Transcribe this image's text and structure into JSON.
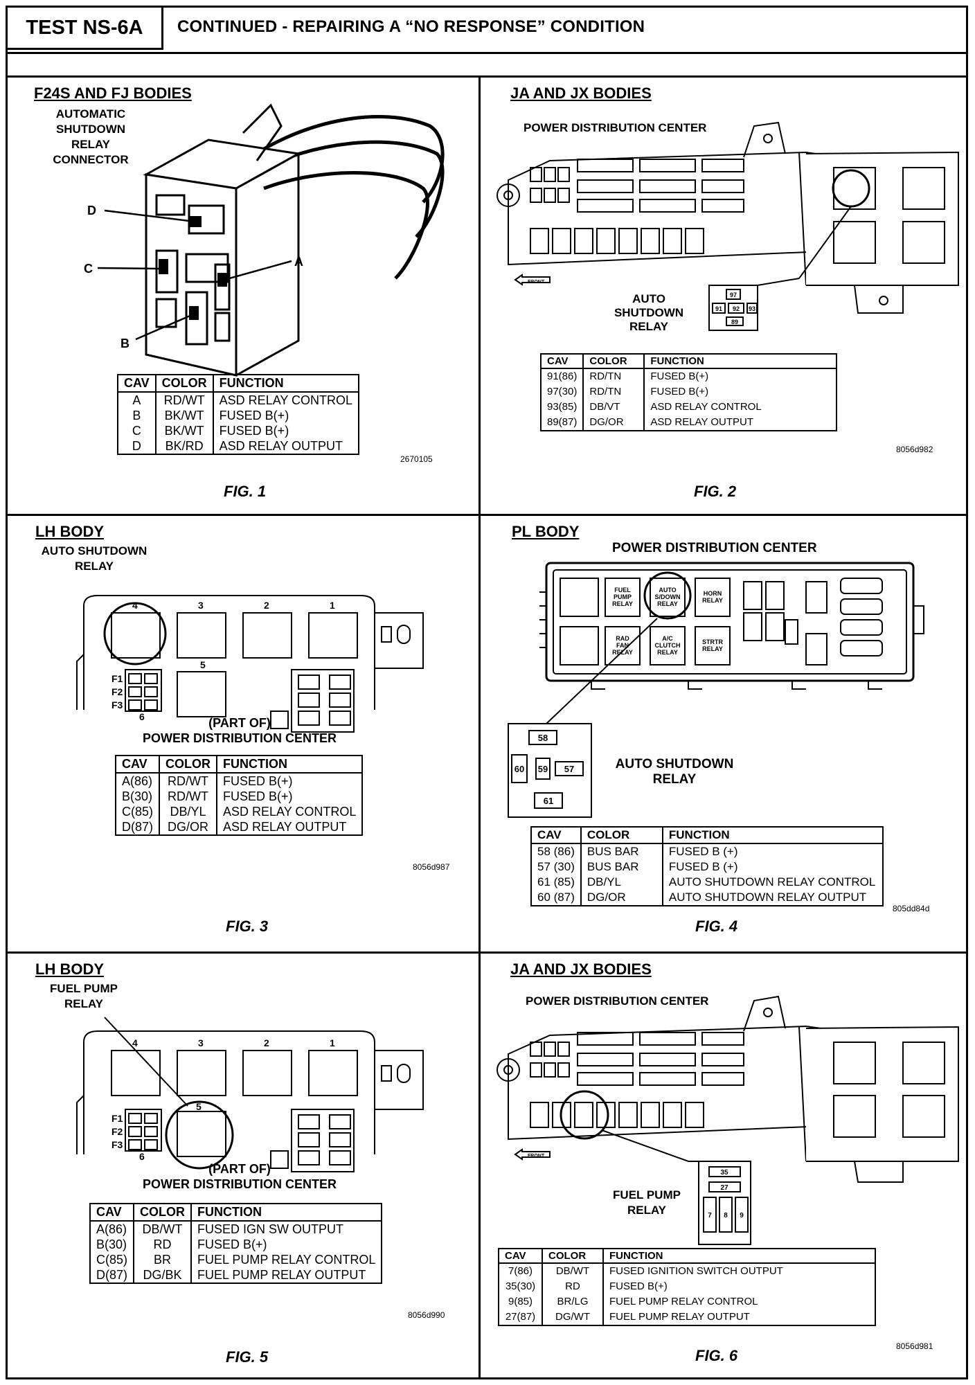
{
  "header": {
    "test_id": "TEST NS-6A",
    "title": "CONTINUED - REPAIRING A “NO RESPONSE” CONDITION"
  },
  "fig1": {
    "title": "F24S AND FJ BODIES",
    "subtitle": "AUTOMATIC\nSHUTDOWN RELAY\nCONNECTOR",
    "callouts": [
      "D",
      "C",
      "A",
      "B"
    ],
    "table": {
      "headers": [
        "CAV",
        "COLOR",
        "FUNCTION"
      ],
      "rows": [
        [
          "A",
          "RD/WT",
          "ASD RELAY CONTROL"
        ],
        [
          "B",
          "BK/WT",
          "FUSED B(+)"
        ],
        [
          "C",
          "BK/WT",
          "FUSED B(+)"
        ],
        [
          "D",
          "BK/RD",
          "ASD RELAY OUTPUT"
        ]
      ]
    },
    "code": "2670105",
    "caption": "FIG. 1"
  },
  "fig2": {
    "title": "JA AND JX BODIES",
    "subtitle": "POWER DISTRIBUTION CENTER",
    "relay_label": "AUTO\nSHUTDOWN\nRELAY",
    "pins": [
      "97",
      "91",
      "92",
      "93",
      "89"
    ],
    "front_label": "FRONT",
    "table": {
      "headers": [
        "CAV",
        "COLOR",
        "FUNCTION"
      ],
      "rows": [
        [
          "91(86)",
          "RD/TN",
          "FUSED B(+)"
        ],
        [
          "97(30)",
          "RD/TN",
          "FUSED B(+)"
        ],
        [
          "93(85)",
          "DB/VT",
          "ASD RELAY CONTROL"
        ],
        [
          "89(87)",
          "DG/OR",
          "ASD RELAY OUTPUT"
        ]
      ]
    },
    "code": "8056d982",
    "caption": "FIG. 2"
  },
  "fig3": {
    "title": "LH BODY",
    "subtitle": "AUTO SHUTDOWN\nRELAY",
    "relay_numbers": [
      "4",
      "3",
      "2",
      "1",
      "5",
      "6"
    ],
    "fuse_labels": [
      "F1",
      "F2",
      "F3"
    ],
    "part_of": "(PART OF)\nPOWER DISTRIBUTION CENTER",
    "table": {
      "headers": [
        "CAV",
        "COLOR",
        "FUNCTION"
      ],
      "rows": [
        [
          "A(86)",
          "RD/WT",
          "FUSED B(+)"
        ],
        [
          "B(30)",
          "RD/WT",
          "FUSED B(+)"
        ],
        [
          "C(85)",
          "DB/YL",
          "ASD RELAY CONTROL"
        ],
        [
          "D(87)",
          "DG/OR",
          "ASD RELAY OUTPUT"
        ]
      ]
    },
    "code": "8056d987",
    "caption": "FIG. 3"
  },
  "fig4": {
    "title": "PL BODY",
    "subtitle": "POWER DISTRIBUTION CENTER",
    "relay_label": "AUTO SHUTDOWN\nRELAY",
    "pdc_labels": [
      "FUEL\nPUMP\nRELAY",
      "AUTO\nS/DOWN\nRELAY",
      "HORN\nRELAY",
      "RAD\nFAN\nRELAY",
      "A/C\nCLUTCH\nRELAY",
      "STRTR\nRELAY"
    ],
    "pins": [
      "58",
      "60",
      "59",
      "57",
      "61"
    ],
    "table": {
      "headers": [
        "CAV",
        "COLOR",
        "FUNCTION"
      ],
      "rows": [
        [
          "58 (86)",
          "BUS BAR",
          "FUSED B (+)"
        ],
        [
          "57 (30)",
          "BUS BAR",
          "FUSED B (+)"
        ],
        [
          "61 (85)",
          "DB/YL",
          "AUTO SHUTDOWN RELAY CONTROL"
        ],
        [
          "60 (87)",
          "DG/OR",
          "AUTO SHUTDOWN RELAY OUTPUT"
        ]
      ]
    },
    "code": "805dd84d",
    "caption": "FIG. 4"
  },
  "fig5": {
    "title": "LH BODY",
    "subtitle": "FUEL PUMP\nRELAY",
    "relay_numbers": [
      "4",
      "3",
      "2",
      "1",
      "5",
      "6"
    ],
    "fuse_labels": [
      "F1",
      "F2",
      "F3"
    ],
    "part_of": "(PART OF)\nPOWER DISTRIBUTION CENTER",
    "table": {
      "headers": [
        "CAV",
        "COLOR",
        "FUNCTION"
      ],
      "rows": [
        [
          "A(86)",
          "DB/WT",
          "FUSED IGN SW OUTPUT"
        ],
        [
          "B(30)",
          "RD",
          "FUSED B(+)"
        ],
        [
          "C(85)",
          "BR",
          "FUEL PUMP RELAY CONTROL"
        ],
        [
          "D(87)",
          "DG/BK",
          "FUEL PUMP RELAY OUTPUT"
        ]
      ]
    },
    "code": "8056d990",
    "caption": "FIG. 5"
  },
  "fig6": {
    "title": "JA AND JX BODIES",
    "subtitle": "POWER DISTRIBUTION CENTER",
    "relay_label": "FUEL PUMP\nRELAY",
    "pins": [
      "35",
      "27",
      "7",
      "8",
      "9"
    ],
    "front_label": "FRONT",
    "table": {
      "headers": [
        "CAV",
        "COLOR",
        "FUNCTION"
      ],
      "rows": [
        [
          "7(86)",
          "DB/WT",
          "FUSED IGNITION SWITCH OUTPUT"
        ],
        [
          "35(30)",
          "RD",
          "FUSED B(+)"
        ],
        [
          "9(85)",
          "BR/LG",
          "FUEL PUMP RELAY CONTROL"
        ],
        [
          "27(87)",
          "DG/WT",
          "FUEL PUMP RELAY OUTPUT"
        ]
      ]
    },
    "code": "8056d981",
    "caption": "FIG. 6"
  }
}
